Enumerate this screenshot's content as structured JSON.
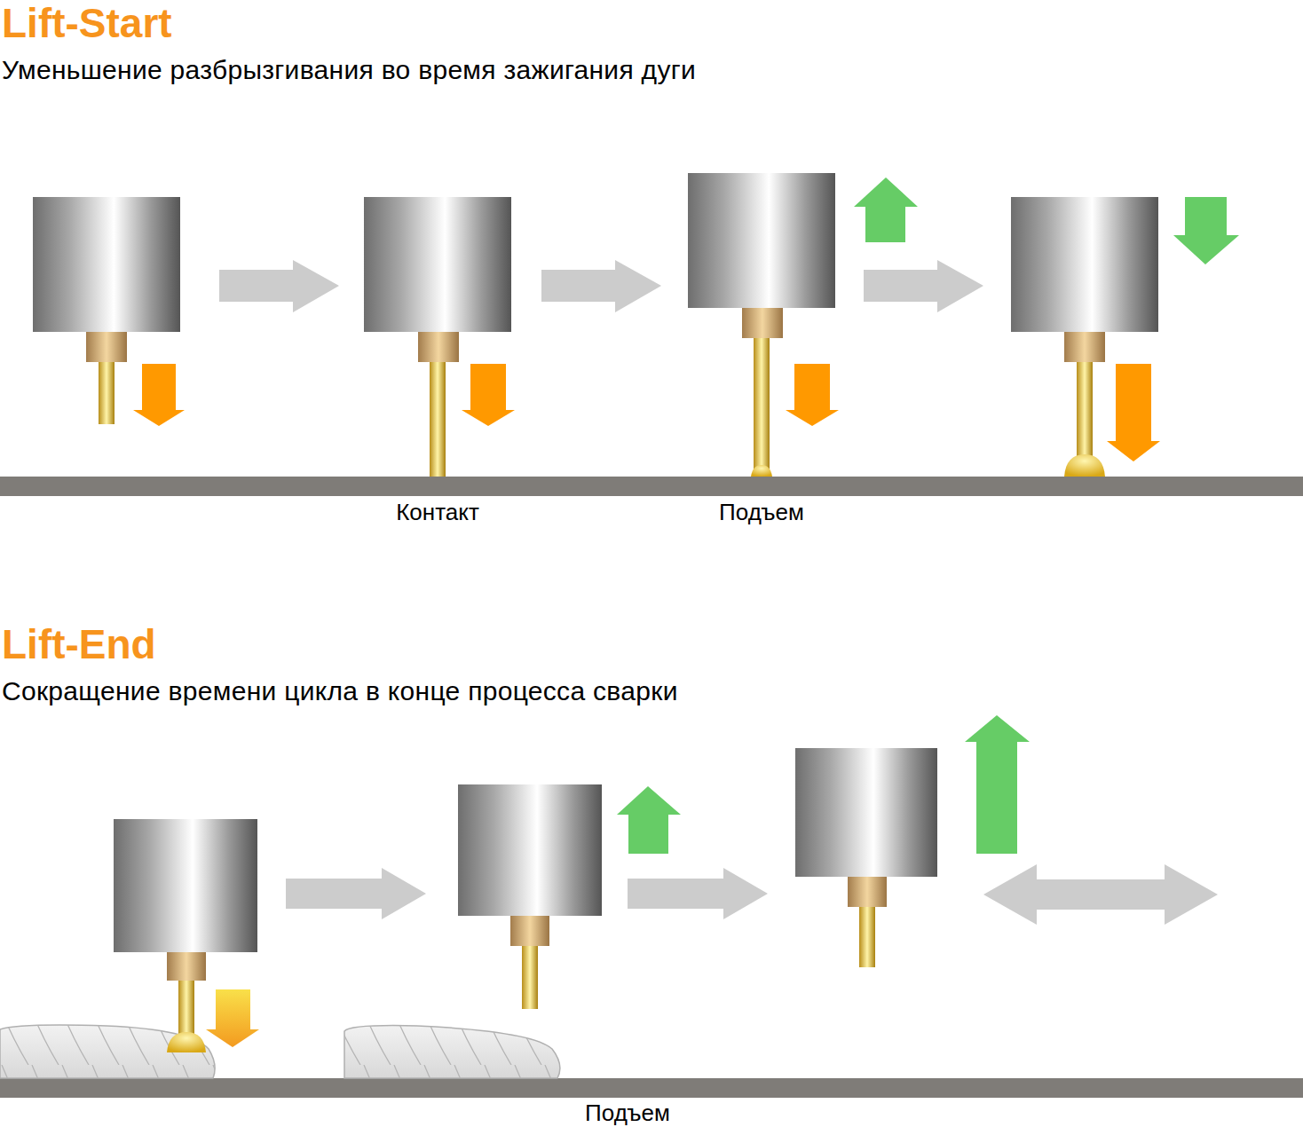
{
  "diagram": {
    "labels": [
      "Lift-Start",
      "Уменьшение разбрызгивания во время зажигания дуги",
      "Контакт",
      "Подъем",
      "Lift-End",
      "Сокращение времени цикла в конце процесса сварки",
      "Подъем"
    ]
  }
}
